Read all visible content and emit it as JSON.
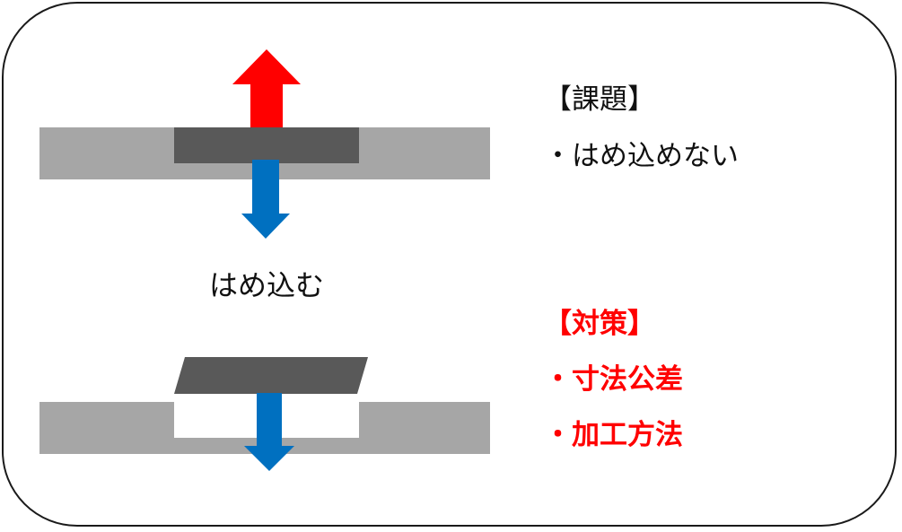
{
  "colors": {
    "frame_border": "#1a1a1a",
    "plate": "#a6a6a6",
    "part": "#595959",
    "pull_arrow": "#ff0000",
    "push_arrow": "#0070c0",
    "measure_text": "#ff0000",
    "text": "#111111"
  },
  "diagram": {
    "verb_label": "はめ込む"
  },
  "problem": {
    "heading": "【課題】",
    "items": [
      "・はめ込めない"
    ]
  },
  "measures": {
    "heading": "【対策】",
    "items": [
      "・寸法公差",
      "・加工方法"
    ]
  }
}
